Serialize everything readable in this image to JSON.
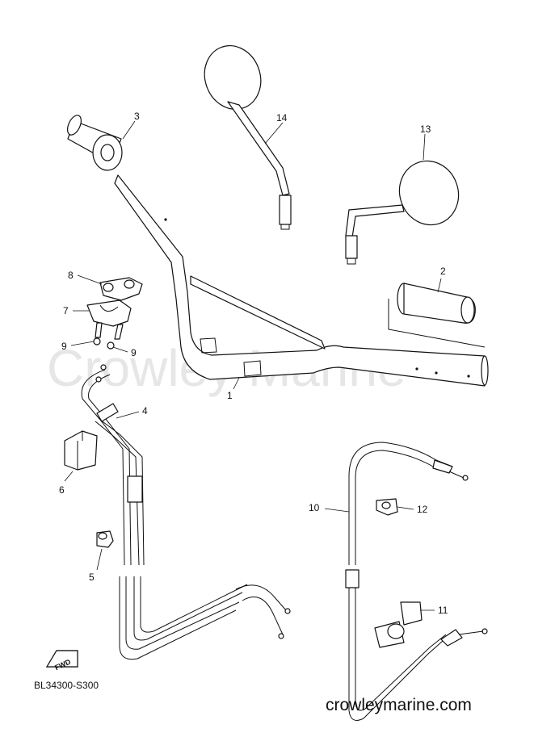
{
  "watermark": "Crowley Marine",
  "diagram_code": "BL34300-S300",
  "website": "crowleymarine.com",
  "fwd_label": "FWD",
  "callouts": {
    "c1": "1",
    "c2": "2",
    "c3": "3",
    "c4": "4",
    "c5": "5",
    "c6": "6",
    "c7": "7",
    "c8": "8",
    "c9a": "9",
    "c9b": "9",
    "c10": "10",
    "c11": "11",
    "c12": "12",
    "c13": "13",
    "c14": "14"
  }
}
